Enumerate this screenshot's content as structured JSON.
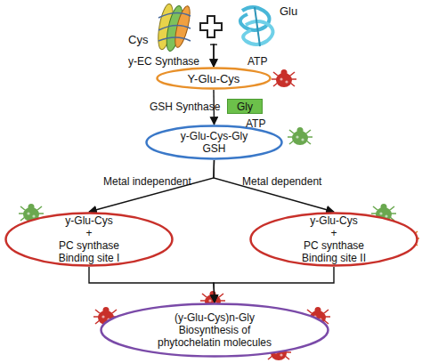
{
  "diagram": {
    "nodes": [
      {
        "text": [
          "Cys"
        ]
      },
      {
        "text": [
          "Glu"
        ]
      },
      {
        "text": [
          "Y-Glu-Cys"
        ]
      },
      {
        "text": [
          "Gly"
        ]
      },
      {
        "text": [
          "y-Glu-Cys-Gly",
          "GSH"
        ]
      },
      {
        "text": [
          "y-Glu-Cys",
          "+",
          "PC synthase Binding site I"
        ]
      },
      {
        "text": [
          "y-Glu-Cys",
          "+",
          "PC synthase Binding site II"
        ]
      },
      {
        "text": [
          "(y-Glu-Cys)n-Gly",
          "Biosynthesis of phytochelatin molecules"
        ]
      }
    ],
    "edges": [
      {
        "from": 0,
        "to": 2,
        "arrow": "to"
      },
      {
        "from": 1,
        "to": 2,
        "arrow": "to"
      },
      {
        "from": 2,
        "to": 4,
        "arrow": "to"
      },
      {
        "from": 4,
        "to": 5,
        "label": "Metal independent",
        "arrow": "to"
      },
      {
        "from": 4,
        "to": 6,
        "label": "Metal dependent",
        "arrow": "to"
      },
      {
        "from": 5,
        "to": 7,
        "arrow": "to"
      },
      {
        "from": 6,
        "to": 7,
        "arrow": "to"
      }
    ],
    "labels": [
      "y-EC Synthase",
      "ATP",
      "GSH Synthase",
      "ATP"
    ]
  }
}
